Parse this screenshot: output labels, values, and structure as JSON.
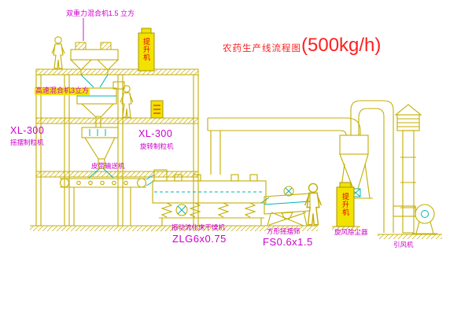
{
  "title": {
    "prefix": "农药生产线流程图",
    "capacity": "(500kg/h)"
  },
  "equipment_labels": {
    "gravity_mixer": "双重力混合机1.5 立方",
    "high_speed_mixer": "高速混合机3立方",
    "granulator_left": {
      "model": "XL-300",
      "name": "摇摆制粒机"
    },
    "granulator_right": {
      "model": "XL-300",
      "name": "旋转制粒机"
    },
    "belt_conveyor": "皮带输送机",
    "fluid_bed_dryer": {
      "name": "振动流化床干燥机",
      "model": "ZLG6x0.75"
    },
    "square_sieve": {
      "name": "方形摇摆筛",
      "model": "FS0.6x1.5"
    },
    "cyclone_dust_collector": "旋风除尘器",
    "induced_draft_fan": "引风机",
    "hoist_top": "提升机",
    "hoist_right": "提升机"
  },
  "colors": {
    "equipment_line": "#c4ae00",
    "detail_cyan": "#00b4b4",
    "label_magenta": "#cc00cc",
    "title_red": "#ff2020",
    "hoist_fill": "#f2e200",
    "hoist_text_red": "#e00000",
    "background": "#ffffff"
  }
}
